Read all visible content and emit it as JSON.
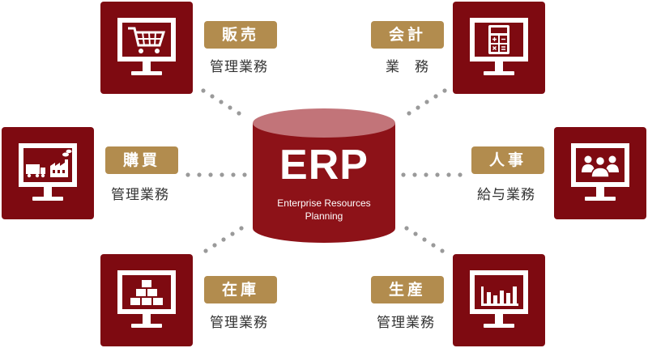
{
  "center": {
    "title": "ERP",
    "subtitle_line1": "Enterprise Resources",
    "subtitle_line2": "Planning"
  },
  "modules": [
    {
      "tag": "販売",
      "caption": "管理業務",
      "icon": "shopping-cart-icon"
    },
    {
      "tag": "会計",
      "caption": "業　務",
      "icon": "calculator-icon"
    },
    {
      "tag": "購買",
      "caption": "管理業務",
      "icon": "truck-factory-icon"
    },
    {
      "tag": "人事",
      "caption": "給与業務",
      "icon": "people-icon"
    },
    {
      "tag": "在庫",
      "caption": "管理業務",
      "icon": "stacked-boxes-icon"
    },
    {
      "tag": "生産",
      "caption": "管理業務",
      "icon": "bar-chart-icon"
    }
  ],
  "colors": {
    "tile": "#7e0a11",
    "tag": "#b28c4e",
    "cylinder_body": "#8d1218",
    "cylinder_top": "#c27479",
    "dots": "#9a9a9a"
  }
}
